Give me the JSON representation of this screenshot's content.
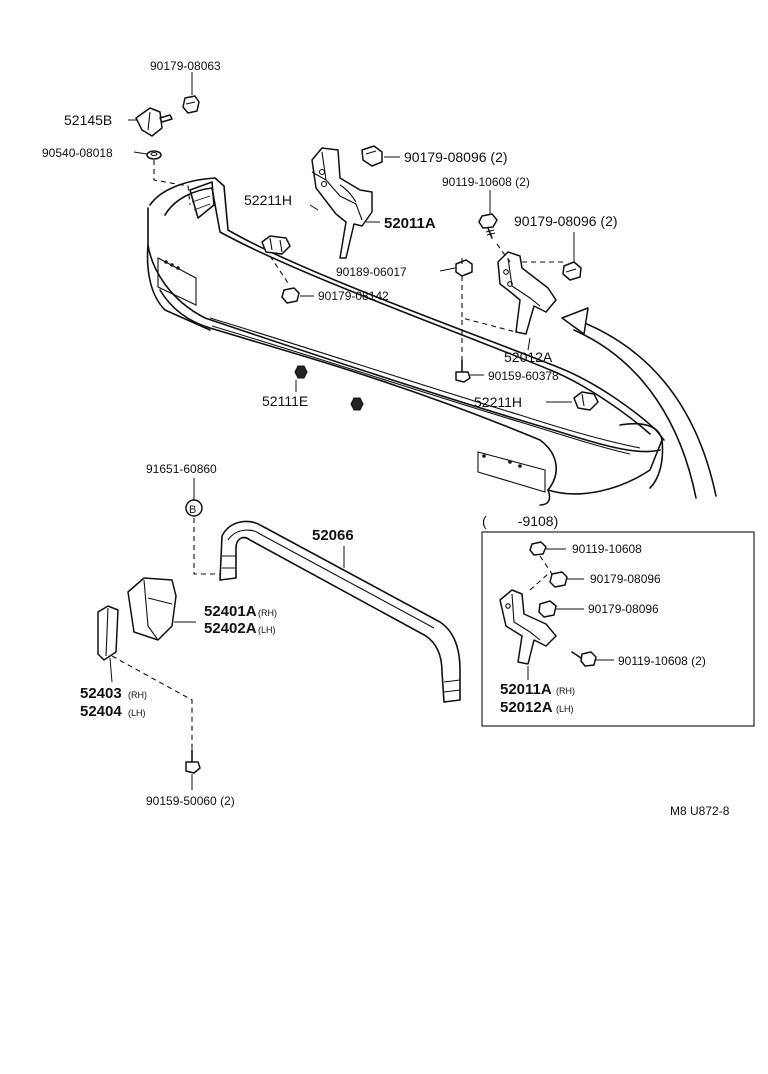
{
  "labels": {
    "p_90179_08063": "90179-08063",
    "p_52145B": "52145B",
    "p_90540_08018": "90540-08018",
    "p_90179_08096_top": "90179-08096 (2)",
    "p_90119_10608_top": "90119-10608 (2)",
    "p_52211H_top": "52211H",
    "p_52011A": "52011A",
    "p_90179_08096_right": "90179-08096 (2)",
    "p_90189_06017": "90189-06017",
    "p_90179_08142": "90179-08142",
    "p_52012A": "52012A",
    "p_90159_60378": "90159-60378",
    "p_52111E": "52111E",
    "p_52211H_bottom": "52211H",
    "p_91651_60860": "91651-60860",
    "p_52066": "52066",
    "p_52401A": "52401A",
    "p_52401A_suffix": "(RH)",
    "p_52402A": "52402A",
    "p_52402A_suffix": "(LH)",
    "p_52403": "52403",
    "p_52403_suffix": "(RH)",
    "p_52404": "52404",
    "p_52404_suffix": "(LH)",
    "p_90159_50060": "90159-50060 (2)",
    "inset_range": "(        -9108)",
    "inset_90119_10608": "90119-10608",
    "inset_90179_08096_a": "90179-08096",
    "inset_90179_08096_b": "90179-08096",
    "inset_90119_10608_2": "90119-10608 (2)",
    "inset_52011A": "52011A",
    "inset_52011A_suffix": "(RH)",
    "inset_52012A": "52012A",
    "inset_52012A_suffix": "(LH)",
    "circle_marker": "B",
    "figure_code": "M8 U872-8"
  }
}
